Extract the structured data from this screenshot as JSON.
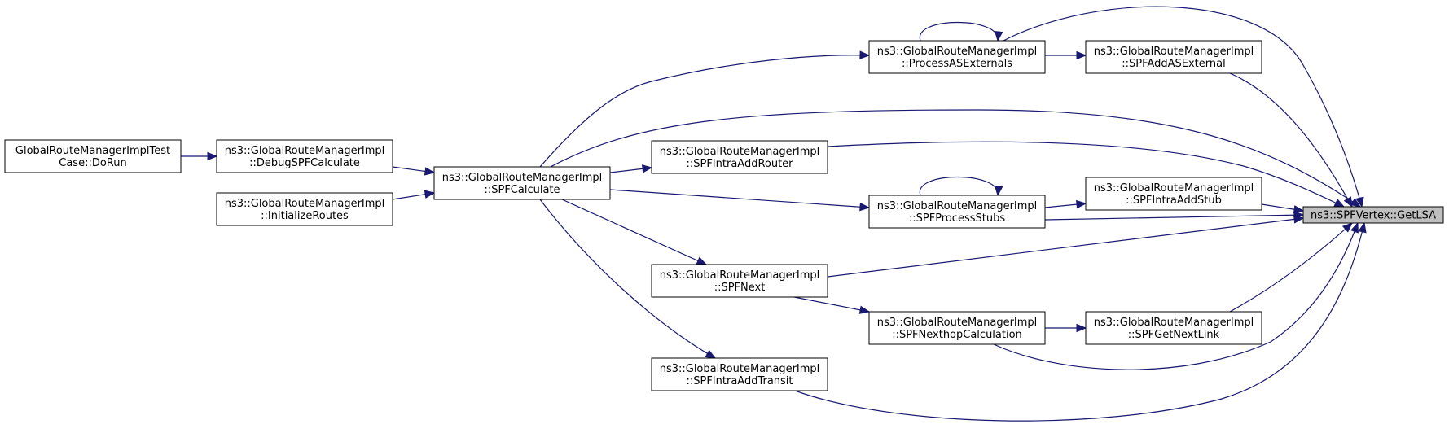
{
  "nodes": [
    {
      "id": "test_dorun",
      "lines": [
        "GlobalRouteManagerImplTest",
        "Case::DoRun"
      ]
    },
    {
      "id": "debug_spf",
      "lines": [
        "ns3::GlobalRouteManagerImpl",
        "::DebugSPFCalculate"
      ]
    },
    {
      "id": "init_routes",
      "lines": [
        "ns3::GlobalRouteManagerImpl",
        "::InitializeRoutes"
      ]
    },
    {
      "id": "spf_calc",
      "lines": [
        "ns3::GlobalRouteManagerImpl",
        "::SPFCalculate"
      ]
    },
    {
      "id": "proc_asext",
      "lines": [
        "ns3::GlobalRouteManagerImpl",
        "::ProcessASExternals"
      ]
    },
    {
      "id": "intra_router",
      "lines": [
        "ns3::GlobalRouteManagerImpl",
        "::SPFIntraAddRouter"
      ]
    },
    {
      "id": "proc_stubs",
      "lines": [
        "ns3::GlobalRouteManagerImpl",
        "::SPFProcessStubs"
      ]
    },
    {
      "id": "spf_next",
      "lines": [
        "ns3::GlobalRouteManagerImpl",
        "::SPFNext"
      ]
    },
    {
      "id": "nexthop",
      "lines": [
        "ns3::GlobalRouteManagerImpl",
        "::SPFNexthopCalculation"
      ]
    },
    {
      "id": "intra_transit",
      "lines": [
        "ns3::GlobalRouteManagerImpl",
        "::SPFIntraAddTransit"
      ]
    },
    {
      "id": "add_asext",
      "lines": [
        "ns3::GlobalRouteManagerImpl",
        "::SPFAddASExternal"
      ]
    },
    {
      "id": "intra_stub",
      "lines": [
        "ns3::GlobalRouteManagerImpl",
        "::SPFIntraAddStub"
      ]
    },
    {
      "id": "get_nextlink",
      "lines": [
        "ns3::GlobalRouteManagerImpl",
        "::SPFGetNextLink"
      ]
    },
    {
      "id": "getlsa",
      "lines": [
        "ns3::SPFVertex::GetLSA"
      ],
      "target": true
    }
  ],
  "edges": [
    {
      "from": "test_dorun",
      "to": "debug_spf"
    },
    {
      "from": "debug_spf",
      "to": "spf_calc"
    },
    {
      "from": "init_routes",
      "to": "spf_calc"
    },
    {
      "from": "spf_calc",
      "to": "proc_asext"
    },
    {
      "from": "spf_calc",
      "to": "intra_router"
    },
    {
      "from": "spf_calc",
      "to": "proc_stubs"
    },
    {
      "from": "spf_calc",
      "to": "spf_next"
    },
    {
      "from": "spf_calc",
      "to": "intra_transit"
    },
    {
      "from": "spf_calc",
      "to": "getlsa"
    },
    {
      "from": "proc_asext",
      "to": "proc_asext"
    },
    {
      "from": "proc_asext",
      "to": "add_asext"
    },
    {
      "from": "proc_asext",
      "to": "getlsa"
    },
    {
      "from": "proc_stubs",
      "to": "proc_stubs"
    },
    {
      "from": "proc_stubs",
      "to": "intra_stub"
    },
    {
      "from": "proc_stubs",
      "to": "getlsa"
    },
    {
      "from": "spf_next",
      "to": "nexthop"
    },
    {
      "from": "spf_next",
      "to": "getlsa"
    },
    {
      "from": "nexthop",
      "to": "get_nextlink"
    },
    {
      "from": "nexthop",
      "to": "getlsa"
    },
    {
      "from": "intra_router",
      "to": "getlsa"
    },
    {
      "from": "intra_transit",
      "to": "getlsa"
    },
    {
      "from": "add_asext",
      "to": "getlsa"
    },
    {
      "from": "intra_stub",
      "to": "getlsa"
    },
    {
      "from": "get_nextlink",
      "to": "getlsa"
    }
  ],
  "colors": {
    "edge": "#191970",
    "target_fill": "#bfbfbf",
    "node_fill": "#ffffff",
    "node_border": "#000000"
  }
}
